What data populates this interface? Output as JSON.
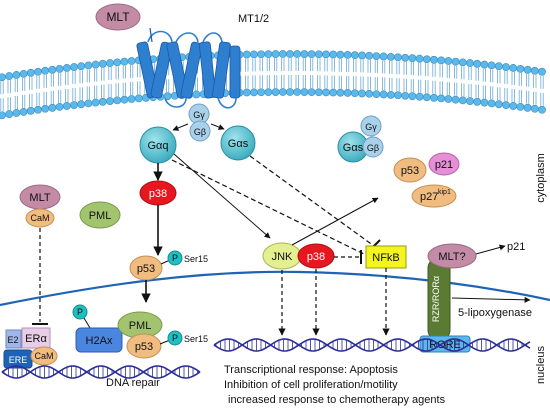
{
  "labels": {
    "mlt_top": "MLT",
    "receptor": "MT1/2",
    "g_gamma": "Gγ",
    "g_beta": "Gβ",
    "g_alpha_q": "Gαq",
    "g_alpha_s": "Gαs",
    "g_gamma_free": "Gγ",
    "g_alpha_s_free": "Gαs",
    "g_beta_free": "Gβ",
    "cytoplasm": "cytoplasm",
    "nucleus": "nucleus",
    "p38_top": "p38",
    "pml_top": "PML",
    "p53_mid": "p53",
    "p_mid": "P",
    "ser15_mid": "Ser15",
    "mlt_left": "MLT",
    "cam": "CaM",
    "e2": "E2",
    "er_alpha": "ERα",
    "ere": "ERE",
    "cam_low": "CaM",
    "p_h2ax": "P",
    "h2ax": "H2Ax",
    "pml_low": "PML",
    "p53_low": "p53",
    "p_low": "P",
    "ser15_low": "Ser15",
    "dna_repair": "DNA repair",
    "jnk": "JNK",
    "p38_right": "p38",
    "nfkb": "NFkB",
    "p53_right": "p53",
    "p21_top": "p21",
    "p27": "p27",
    "p27_sup": "kip1",
    "mlt_q": "MLT?",
    "rzr": "RZR/RORα",
    "rore": "RORE",
    "p21_right": "p21",
    "lipox": "5-lipoxygenase",
    "response_1": "Transcriptional response: Apoptosis",
    "response_2": "Inhibition of cell proliferation/motility",
    "response_3": "increased response to chemotherapy agents"
  },
  "colors": {
    "mlt": "#c48ba6",
    "receptor": "#2f7fd0",
    "g_protein": "#5cc4d4",
    "g_small": "#a9d2ea",
    "p38": "#e8161f",
    "pml": "#a3c46f",
    "p53": "#f1bc80",
    "phospho": "#1ec0c4",
    "nfkb": "#f5f51e",
    "jnk": "#e4ef90",
    "p21": "#e58fd6",
    "h2ax": "#4a86e0",
    "er_alpha": "#e7cde5",
    "e2": "#9fb7e6",
    "ror": "#5b7b33",
    "membrane_head": "#5bb8ea",
    "nucleus_line": "#1f63b6",
    "dna": "#2c2f9a"
  }
}
